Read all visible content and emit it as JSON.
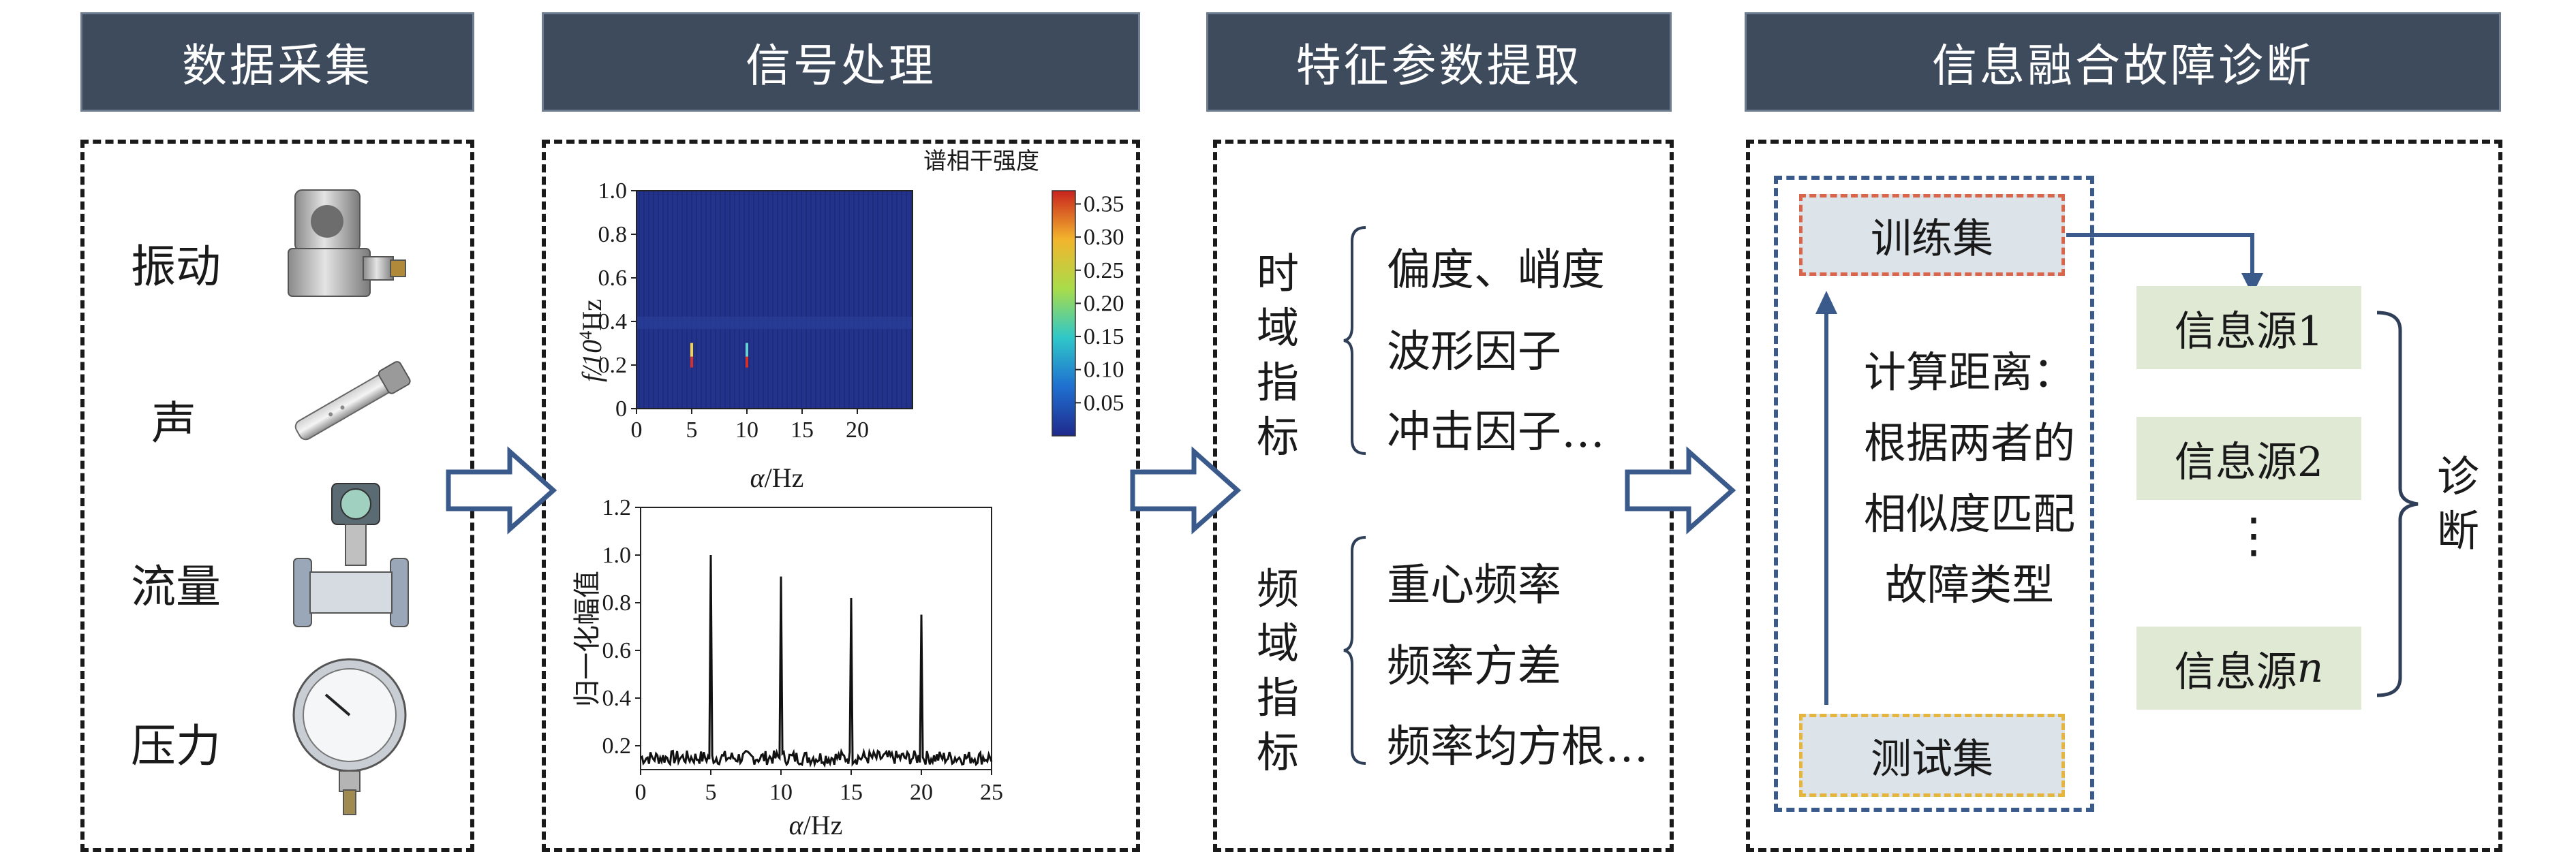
{
  "headers": {
    "acquisition": "数据采集",
    "processing": "信号处理",
    "features": "特征参数提取",
    "diagnosis": "信息融合故障诊断"
  },
  "sensors": {
    "vibration": "振动",
    "sound": "声",
    "flow": "流量",
    "pressure": "压力"
  },
  "spectral": {
    "colorbar_title": "谱相干强度",
    "colorbar_ticks": [
      "0.35",
      "0.30",
      "0.25",
      "0.20",
      "0.15",
      "0.10",
      "0.05"
    ],
    "y_ticks": [
      "1.0",
      "0.8",
      "0.6",
      "0.4",
      "0.2",
      "0"
    ],
    "x_ticks": [
      "0",
      "5",
      "10",
      "15",
      "20"
    ],
    "ylabel_main": "f/10",
    "ylabel_sup": "4",
    "ylabel_unit": "Hz",
    "xlabel_italic": "α",
    "xlabel_unit": "/Hz",
    "chart_data": {
      "type": "heatmap",
      "xlim": [
        0,
        25
      ],
      "ylim": [
        0,
        1.0
      ],
      "hot_spots": [
        {
          "x": 5,
          "y": 0.22,
          "intensity": 0.35
        },
        {
          "x": 10,
          "y": 0.22,
          "intensity": 0.3
        },
        {
          "x": 5,
          "y": 0.27,
          "intensity": 0.2
        },
        {
          "x": 10,
          "y": 0.27,
          "intensity": 0.18
        }
      ]
    }
  },
  "spectrum": {
    "y_ticks": [
      "1.2",
      "1.0",
      "0.8",
      "0.6",
      "0.4",
      "0.2"
    ],
    "x_ticks": [
      "0",
      "5",
      "10",
      "15",
      "20",
      "25"
    ],
    "ylabel": "归一化幅值",
    "xlabel_italic": "α",
    "xlabel_unit": "/Hz",
    "chart_data": {
      "type": "line",
      "xlim": [
        0,
        25
      ],
      "ylim": [
        0.1,
        1.2
      ],
      "baseline": 0.15,
      "peaks": [
        {
          "x": 5,
          "y": 1.0
        },
        {
          "x": 10,
          "y": 0.91
        },
        {
          "x": 15,
          "y": 0.82
        },
        {
          "x": 20,
          "y": 0.75
        }
      ]
    }
  },
  "features": {
    "time_label": "时域指标",
    "time_items": [
      "偏度、峭度",
      "波形因子",
      "冲击因子…"
    ],
    "freq_label": "频域指标",
    "freq_items": [
      "重心频率",
      "频率方差",
      "频率均方根…"
    ]
  },
  "diagnosis": {
    "train": "训练集",
    "test": "测试集",
    "calc_lines": [
      "计算距离：",
      "根据两者的",
      "相似度匹配",
      "故障类型"
    ],
    "sources": [
      "信息源1",
      "信息源2",
      "信息源"
    ],
    "source_n": "n",
    "dots": "⋮",
    "result": "诊断"
  },
  "colors": {
    "header_bg": "#3d4b5d",
    "arrow": "#3b5a8c",
    "train_border": "#d9664a",
    "test_border": "#e6b53c",
    "box_bg": "#dce4ea",
    "source_bg": "#dfe9d4",
    "inner_border": "#3b5a8c"
  }
}
